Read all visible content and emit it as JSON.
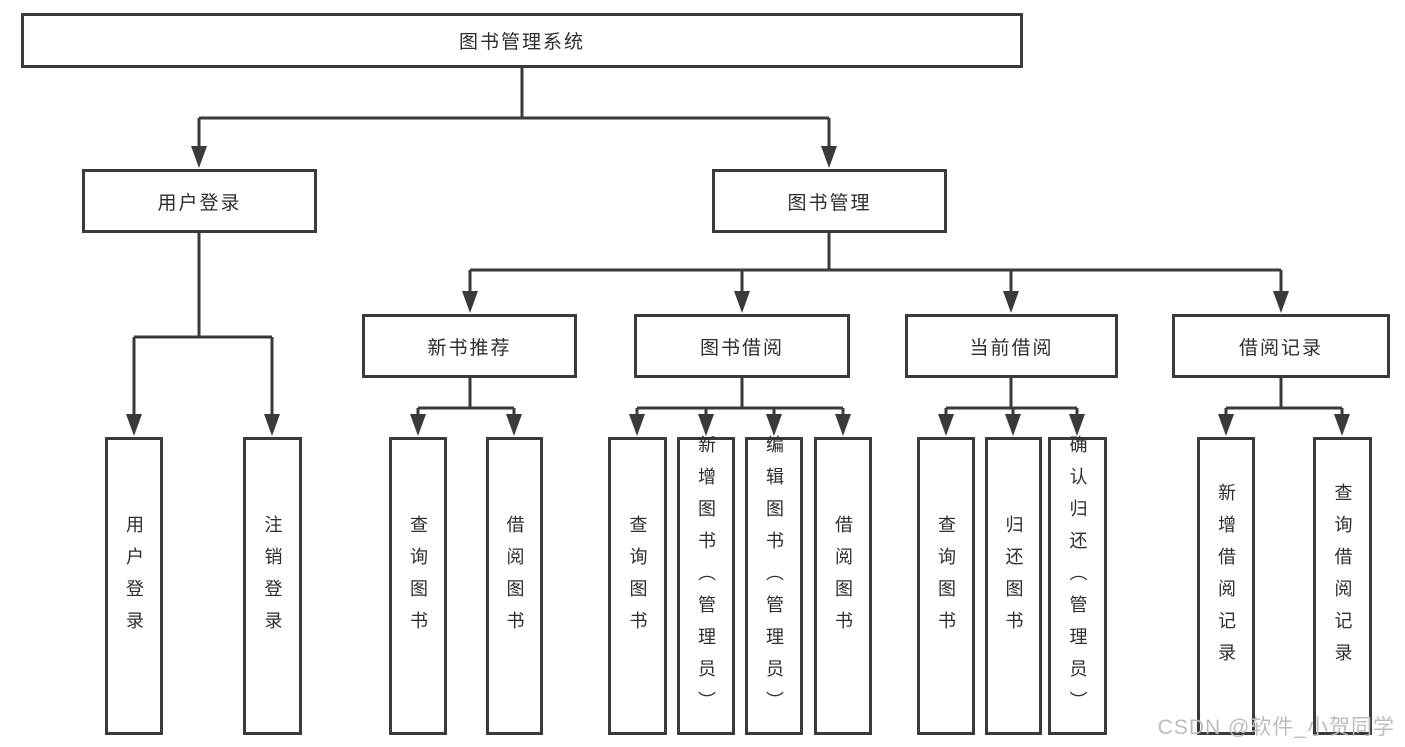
{
  "tree": {
    "label": "图书管理系统",
    "children": [
      {
        "label": "用户登录",
        "children": [
          {
            "label": "用户登录"
          },
          {
            "label": "注销登录"
          }
        ]
      },
      {
        "label": "图书管理",
        "children": [
          {
            "label": "新书推荐",
            "children": [
              {
                "label": "查询图书"
              },
              {
                "label": "借阅图书"
              }
            ]
          },
          {
            "label": "图书借阅",
            "children": [
              {
                "label": "查询图书"
              },
              {
                "label": "新增图书（管理员）"
              },
              {
                "label": "编辑图书（管理员）"
              },
              {
                "label": "借阅图书"
              }
            ]
          },
          {
            "label": "当前借阅",
            "children": [
              {
                "label": "查询图书"
              },
              {
                "label": "归还图书"
              },
              {
                "label": "确认归还（管理员）"
              }
            ]
          },
          {
            "label": "借阅记录",
            "children": [
              {
                "label": "新增借阅记录"
              },
              {
                "label": "查询借阅记录"
              }
            ]
          }
        ]
      }
    ]
  },
  "watermark": {
    "text": "CSDN @软件_小贺同学"
  },
  "colors": {
    "line": "#3a3a3a",
    "text": "#2d2d2d",
    "watermark": "#bcbcbc",
    "background": "#ffffff"
  }
}
